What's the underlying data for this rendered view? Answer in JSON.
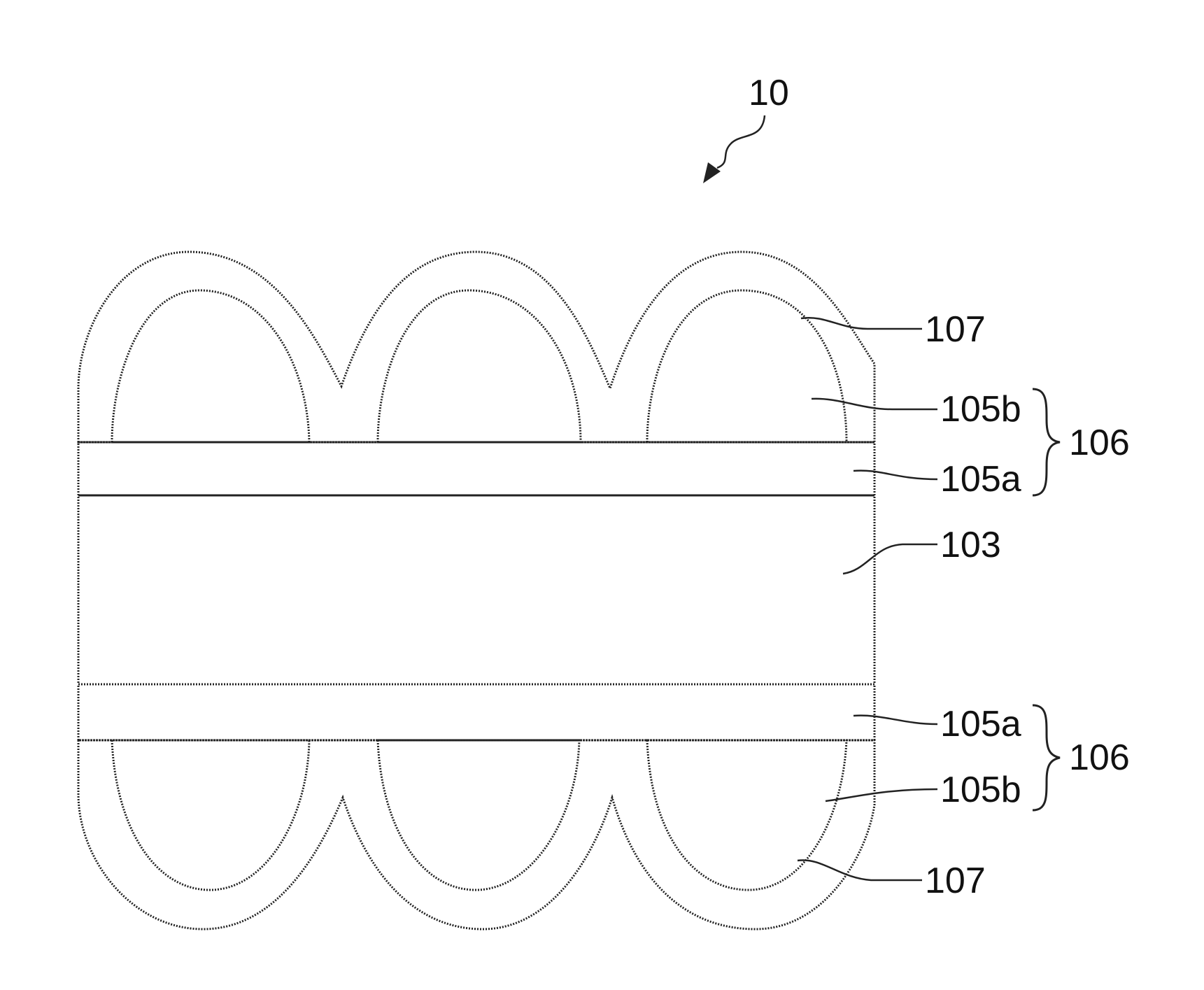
{
  "figure": {
    "main_ref": "10",
    "labels": {
      "top_107": "107",
      "top_105b": "105b",
      "top_105a": "105a",
      "top_106": "106",
      "core_103": "103",
      "bottom_105a": "105a",
      "bottom_105b": "105b",
      "bottom_106": "106",
      "bottom_107": "107"
    },
    "hatch_patterns": {
      "core": "wide-diagonal-up",
      "layer_105a": "diagonal-down",
      "layer_105b": "dense-diagonal-up",
      "layer_107": "wide-diagonal-down"
    }
  }
}
